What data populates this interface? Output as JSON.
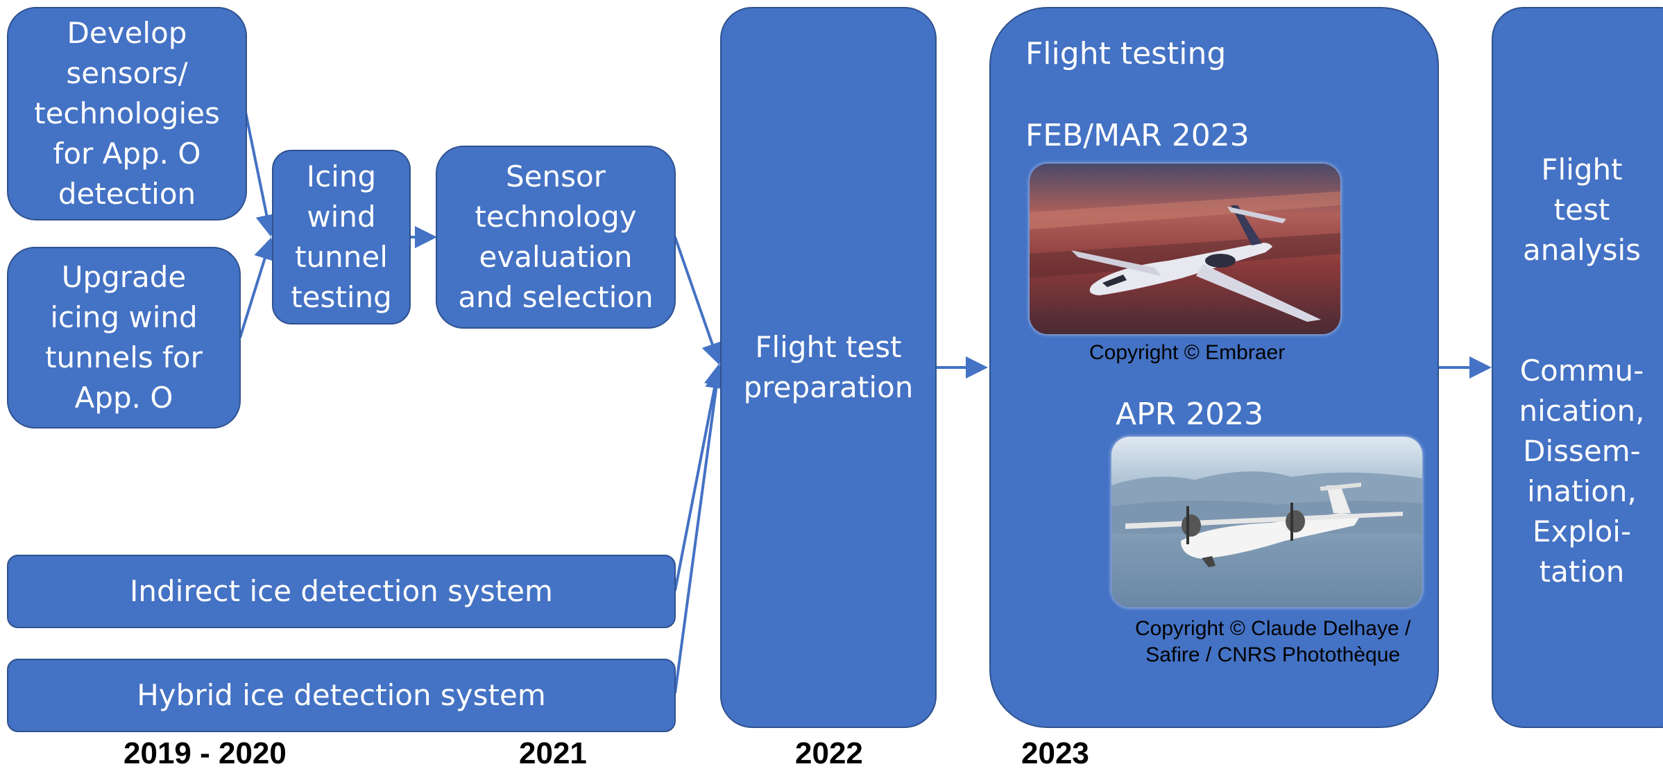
{
  "boxes": {
    "develop": [
      "Develop",
      "sensors/",
      "technologies",
      "for App. O",
      "detection"
    ],
    "upgrade": [
      "Upgrade",
      "icing wind",
      "tunnels for",
      "App. O"
    ],
    "icing_wind": [
      "Icing",
      "wind",
      "tunnel",
      "testing"
    ],
    "sensor_eval": [
      "Sensor",
      "technology",
      "evaluation",
      "and selection"
    ],
    "indirect": "Indirect ice detection system",
    "hybrid": "Hybrid ice detection system",
    "flight_prep": [
      "Flight test",
      "preparation"
    ],
    "flight_analysis": [
      "Flight",
      "test",
      "analysis"
    ],
    "communication": [
      "Commu-",
      "nication,",
      "Dissem-",
      "ination,",
      "Exploi-",
      "tation"
    ]
  },
  "flight_testing": {
    "title": "Flight testing",
    "period1": "FEB/MAR 2023",
    "copyright1": "Copyright © Embraer",
    "period2": "APR 2023",
    "copyright2": [
      "Copyright © Claude Delhaye /",
      "Safire / CNRS Photothèque"
    ]
  },
  "years": [
    "2019 - 2020",
    "2021",
    "2022",
    "2023"
  ],
  "colors": {
    "box_fill": "#4472c4",
    "box_border": "#2f528f",
    "arrow": "#4472c4"
  }
}
